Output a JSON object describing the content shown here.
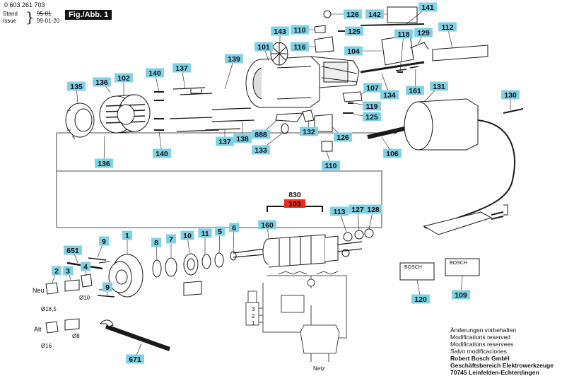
{
  "header": {
    "doc_number": "0 603 261 703",
    "stand_label": "Stand",
    "stand_value": "95-01",
    "issue_label": "Issue",
    "issue_value": "99-01-20",
    "figure_title": "Fig./Abb. 1"
  },
  "labels": {
    "p126a": "126",
    "p142": "142",
    "p141": "141",
    "p143": "143",
    "p110a": "110",
    "p125a": "125",
    "p118": "118",
    "p129": "129",
    "p112": "112",
    "p101": "101",
    "p116": "116",
    "p104": "104",
    "p139": "139",
    "p137a": "137",
    "p140a": "140",
    "p135": "135",
    "p136a": "136",
    "p102": "102",
    "p107": "107",
    "p134": "134",
    "p161": "161",
    "p131": "131",
    "p130": "130",
    "p119": "119",
    "p125b": "125",
    "p888": "888",
    "p132": "132",
    "p126b": "126",
    "p137b": "137",
    "p138": "138",
    "p140b": "140",
    "p136b": "136",
    "p133": "133",
    "p106": "106",
    "p110b": "110",
    "p830": "830",
    "p103": "103",
    "p113": "113",
    "p127": "127",
    "p128": "128",
    "p160": "160",
    "p651": "651",
    "p9a": "9",
    "p1": "1",
    "p8": "8",
    "p7": "7",
    "p10": "10",
    "p11": "11",
    "p5": "5",
    "p6": "6",
    "p2": "2",
    "p3": "3",
    "p4": "4",
    "p9b": "9",
    "p120": "120",
    "p109": "109",
    "p671": "671"
  },
  "dimensions": {
    "neu": "Neu",
    "alt": "Alt",
    "d185": "Ø18,5",
    "d10": "Ø10",
    "d16": "Ø16",
    "d8": "Ø8"
  },
  "nameplates": {
    "brand_a": "BOSCH",
    "brand_b": "BOSCH"
  },
  "schematic": {
    "pos3": "3",
    "pos2": "2",
    "pos1": "1",
    "netz": "Netz"
  },
  "notes": {
    "line1": "Änderungen vorbehalten",
    "line2": "Modifications reserved",
    "line3": "Modifications reservees",
    "line4": "Salvo modificaciones",
    "line5": "Robert Bosch GmbH",
    "line6": "Geschäftsbereich Elektrowerkzeuge",
    "line7": "70745 Leinfelden-Echterdingen"
  },
  "colors": {
    "label_fill": "#7fd1e6",
    "highlight_fill": "#ef2a1b",
    "ink": "#1a1a1a"
  }
}
